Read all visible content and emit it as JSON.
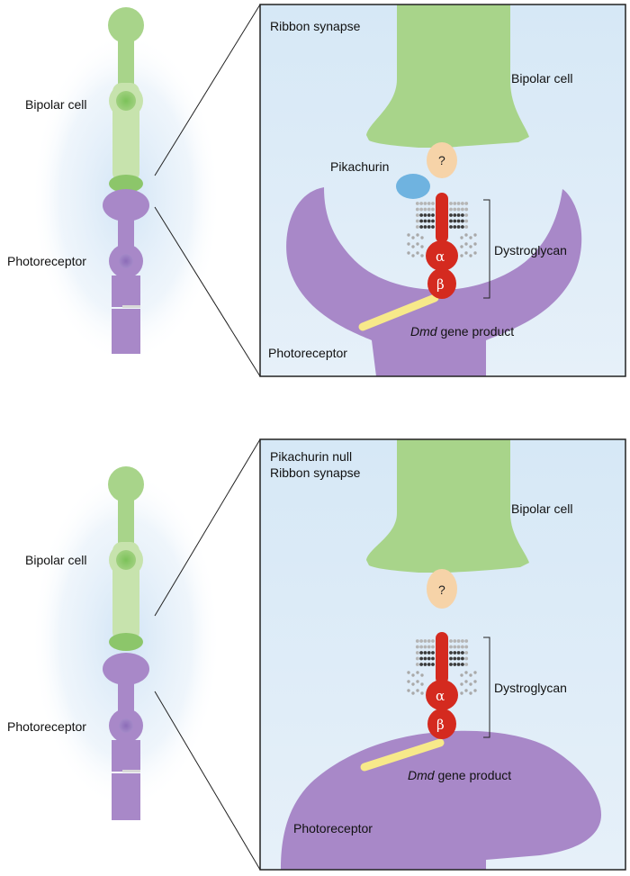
{
  "colors": {
    "bipolar": "#a8d48a",
    "bipolar_light": "#d3eac0",
    "photoreceptor": "#a888c8",
    "photoreceptor_dark": "#8c6cb0",
    "panel_bg": "#dcebf7",
    "glow": "#cfe3f5",
    "pikachurin": "#6fb3e0",
    "question": "#f6d3a8",
    "dystroglycan": "#d42a1f",
    "dmd": "#f7e98a",
    "sugar_dark": "#444444",
    "sugar_light": "#aaaaaa"
  },
  "top": {
    "side_bipolar_label": "Bipolar cell",
    "side_photoreceptor_label": "Photoreceptor",
    "panel_title": "Ribbon synapse",
    "bipolar_label": "Bipolar cell",
    "question_mark": "?",
    "pikachurin_label": "Pikachurin",
    "dystroglycan_label": "Dystroglycan",
    "alpha": "α",
    "beta": "β",
    "dmd_italic": "Dmd",
    "dmd_rest": " gene product",
    "photoreceptor_label": "Photoreceptor"
  },
  "bottom": {
    "side_bipolar_label": "Bipolar cell",
    "side_photoreceptor_label": "Photoreceptor",
    "panel_title_line1": "Pikachurin null",
    "panel_title_line2": "Ribbon synapse",
    "bipolar_label": "Bipolar cell",
    "question_mark": "?",
    "dystroglycan_label": "Dystroglycan",
    "alpha": "α",
    "beta": "β",
    "dmd_italic": "Dmd",
    "dmd_rest": " gene product",
    "photoreceptor_label": "Photoreceptor"
  }
}
